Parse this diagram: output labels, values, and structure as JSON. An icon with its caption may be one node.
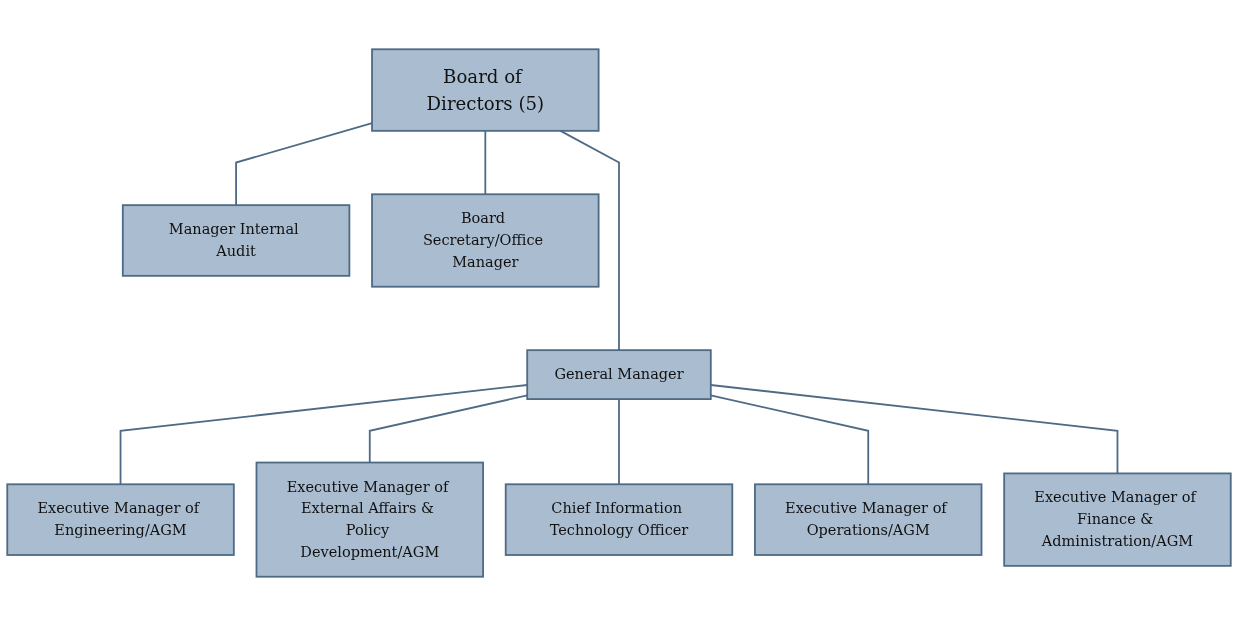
{
  "diagram": {
    "nodes": [
      {
        "text": [
          "Board of Directors (5)"
        ]
      },
      {
        "text": [
          "Manager Internal Audit"
        ]
      },
      {
        "text": [
          "Board Secretary/Office Manager"
        ]
      },
      {
        "text": [
          "General Manager"
        ]
      },
      {
        "text": [
          "Executive Manager of Engineering/AGM"
        ]
      },
      {
        "text": [
          "Executive Manager of External Affairs & Policy Development/AGM"
        ]
      },
      {
        "text": [
          "Chief Information Technology Officer"
        ]
      },
      {
        "text": [
          "Executive Manager of Operations/AGM"
        ]
      },
      {
        "text": [
          "Executive Manager of Finance & Administration/AGM"
        ]
      }
    ],
    "edges": [
      {
        "from": 0,
        "to": 1,
        "arrow": "none"
      },
      {
        "from": 0,
        "to": 3,
        "arrow": "none"
      },
      {
        "from": 0,
        "to": 2,
        "arrow": "none"
      },
      {
        "from": 3,
        "to": 4,
        "arrow": "none"
      },
      {
        "from": 3,
        "to": 5,
        "arrow": "none"
      },
      {
        "from": 3,
        "to": 6,
        "arrow": "none"
      },
      {
        "from": 3,
        "to": 7,
        "arrow": "none"
      },
      {
        "from": 3,
        "to": 8,
        "arrow": "none"
      }
    ]
  }
}
